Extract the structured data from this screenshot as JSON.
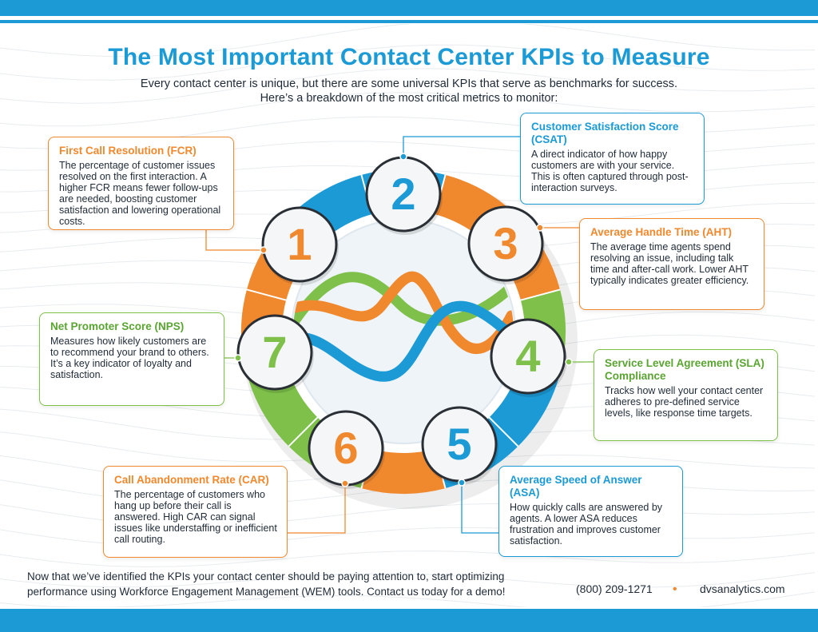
{
  "title": "The Most Important Contact Center KPIs to Measure",
  "subtitle": [
    "Every contact center is unique, but there are some universal KPIs that serve as benchmarks for success.",
    "Here’s a breakdown of the most critical metrics to monitor:"
  ],
  "colors": {
    "blue": "#1b9ad6",
    "orange": "#f0882e",
    "green": "#7ec04a"
  },
  "kpis": [
    {
      "number": "1",
      "color": "orange",
      "title": "First Call Resolution (FCR)",
      "description": "The percentage of customer issues resolved on the first interaction. A higher FCR means fewer follow-ups are needed, boosting customer satisfaction and lowering operational costs."
    },
    {
      "number": "2",
      "color": "blue",
      "title": "Customer Satisfaction Score (CSAT)",
      "description": "A direct indicator of how happy customers are with your service. This is often captured through post-interaction surveys."
    },
    {
      "number": "3",
      "color": "orange",
      "title": "Average Handle Time (AHT)",
      "description": "The average time agents spend resolving an issue, including talk time and after-call work. Lower AHT typically indicates greater efficiency."
    },
    {
      "number": "4",
      "color": "green",
      "title": "Service Level Agreement (SLA) Compliance",
      "description": "Tracks how well your contact center adheres to pre-defined service levels, like response time targets."
    },
    {
      "number": "5",
      "color": "blue",
      "title": "Average Speed of Answer (ASA)",
      "description": "How quickly calls are answered by agents. A lower ASA reduces frustration and improves customer satisfaction."
    },
    {
      "number": "6",
      "color": "orange",
      "title": "Call Abandonment Rate (CAR)",
      "description": "The percentage of customers who hang up before their call is answered. High CAR can signal issues like understaffing or inefficient call routing."
    },
    {
      "number": "7",
      "color": "green",
      "title": "Net Promoter Score (NPS)",
      "description": "Measures how likely customers are to recommend your brand to others. It’s a key indicator of loyalty and satisfaction."
    }
  ],
  "footer": {
    "text": "Now that we’ve identified the KPIs your contact center should be paying attention to, start optimizing performance using Workforce Engagement Management (WEM) tools. Contact us today for a demo!",
    "phone": "(800) 209-1271",
    "separator": "•",
    "website": "dvsanalytics.com"
  }
}
